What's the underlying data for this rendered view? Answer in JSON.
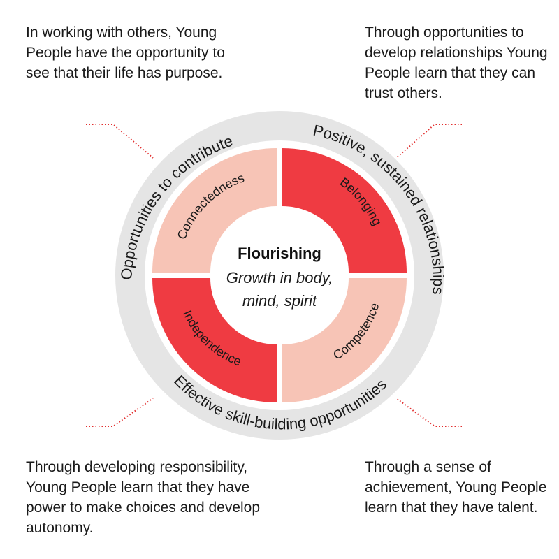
{
  "corners": {
    "top_left": "In working with others, Young People have the opportunity to see that their life has purpose.",
    "top_right": "Through opportunities to develop relationships Young People learn that they can trust others.",
    "bottom_left": "Through developing responsibility, Young People learn that they have power to make choices and develop autonomy.",
    "bottom_right": "Through a sense of achievement, Young People learn that they have talent."
  },
  "outer_ring": {
    "top_left": "Opportunities to contribute",
    "right": "Positive, sustained relationships",
    "bottom": "Effective skill-building opportunities"
  },
  "segments": {
    "top_left": "Connectedness",
    "top_right": "Belonging",
    "bottom_left": "Independence",
    "bottom_right": "Competence"
  },
  "center": {
    "title": "Flourishing",
    "subtitle_line1": "Growth in body,",
    "subtitle_line2": "mind, spirit"
  },
  "colors": {
    "outer_ring": "#e5e5e5",
    "dark_red": "#ef3b42",
    "light_pink": "#f7c4b6",
    "leader_red": "#e23030"
  }
}
